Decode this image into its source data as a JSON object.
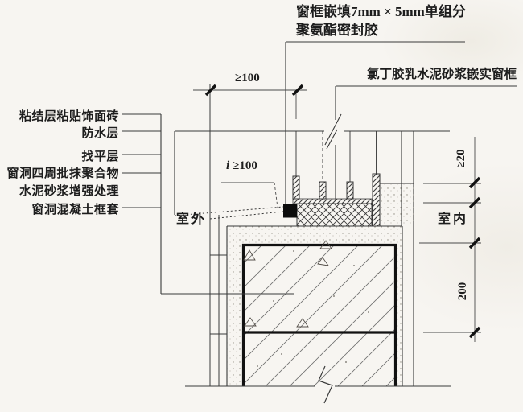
{
  "notes": {
    "sealant_line1": "窗框嵌填7mm × 5mm单组分",
    "sealant_line2": "聚氨酯密封胶",
    "mortar": "氯丁胶乳水泥砂浆嵌实窗框"
  },
  "left_labels": [
    {
      "text": "粘结层粘贴饰面砖"
    },
    {
      "text": "防水层"
    },
    {
      "text": "找平层"
    },
    {
      "text": "窗洞四周批抹聚合物"
    },
    {
      "text": "水泥砂浆增强处理"
    },
    {
      "text": "窗洞混凝土框套"
    }
  ],
  "dimensions": {
    "top_width": "≥100",
    "slope_prefix": "i",
    "slope_value": "≥100",
    "right_small": "≥20",
    "right_large": "200"
  },
  "zones": {
    "outside": "室外",
    "inside": "室内"
  },
  "colors": {
    "background": "#f7f5f1",
    "line": "#2b2b2b"
  }
}
